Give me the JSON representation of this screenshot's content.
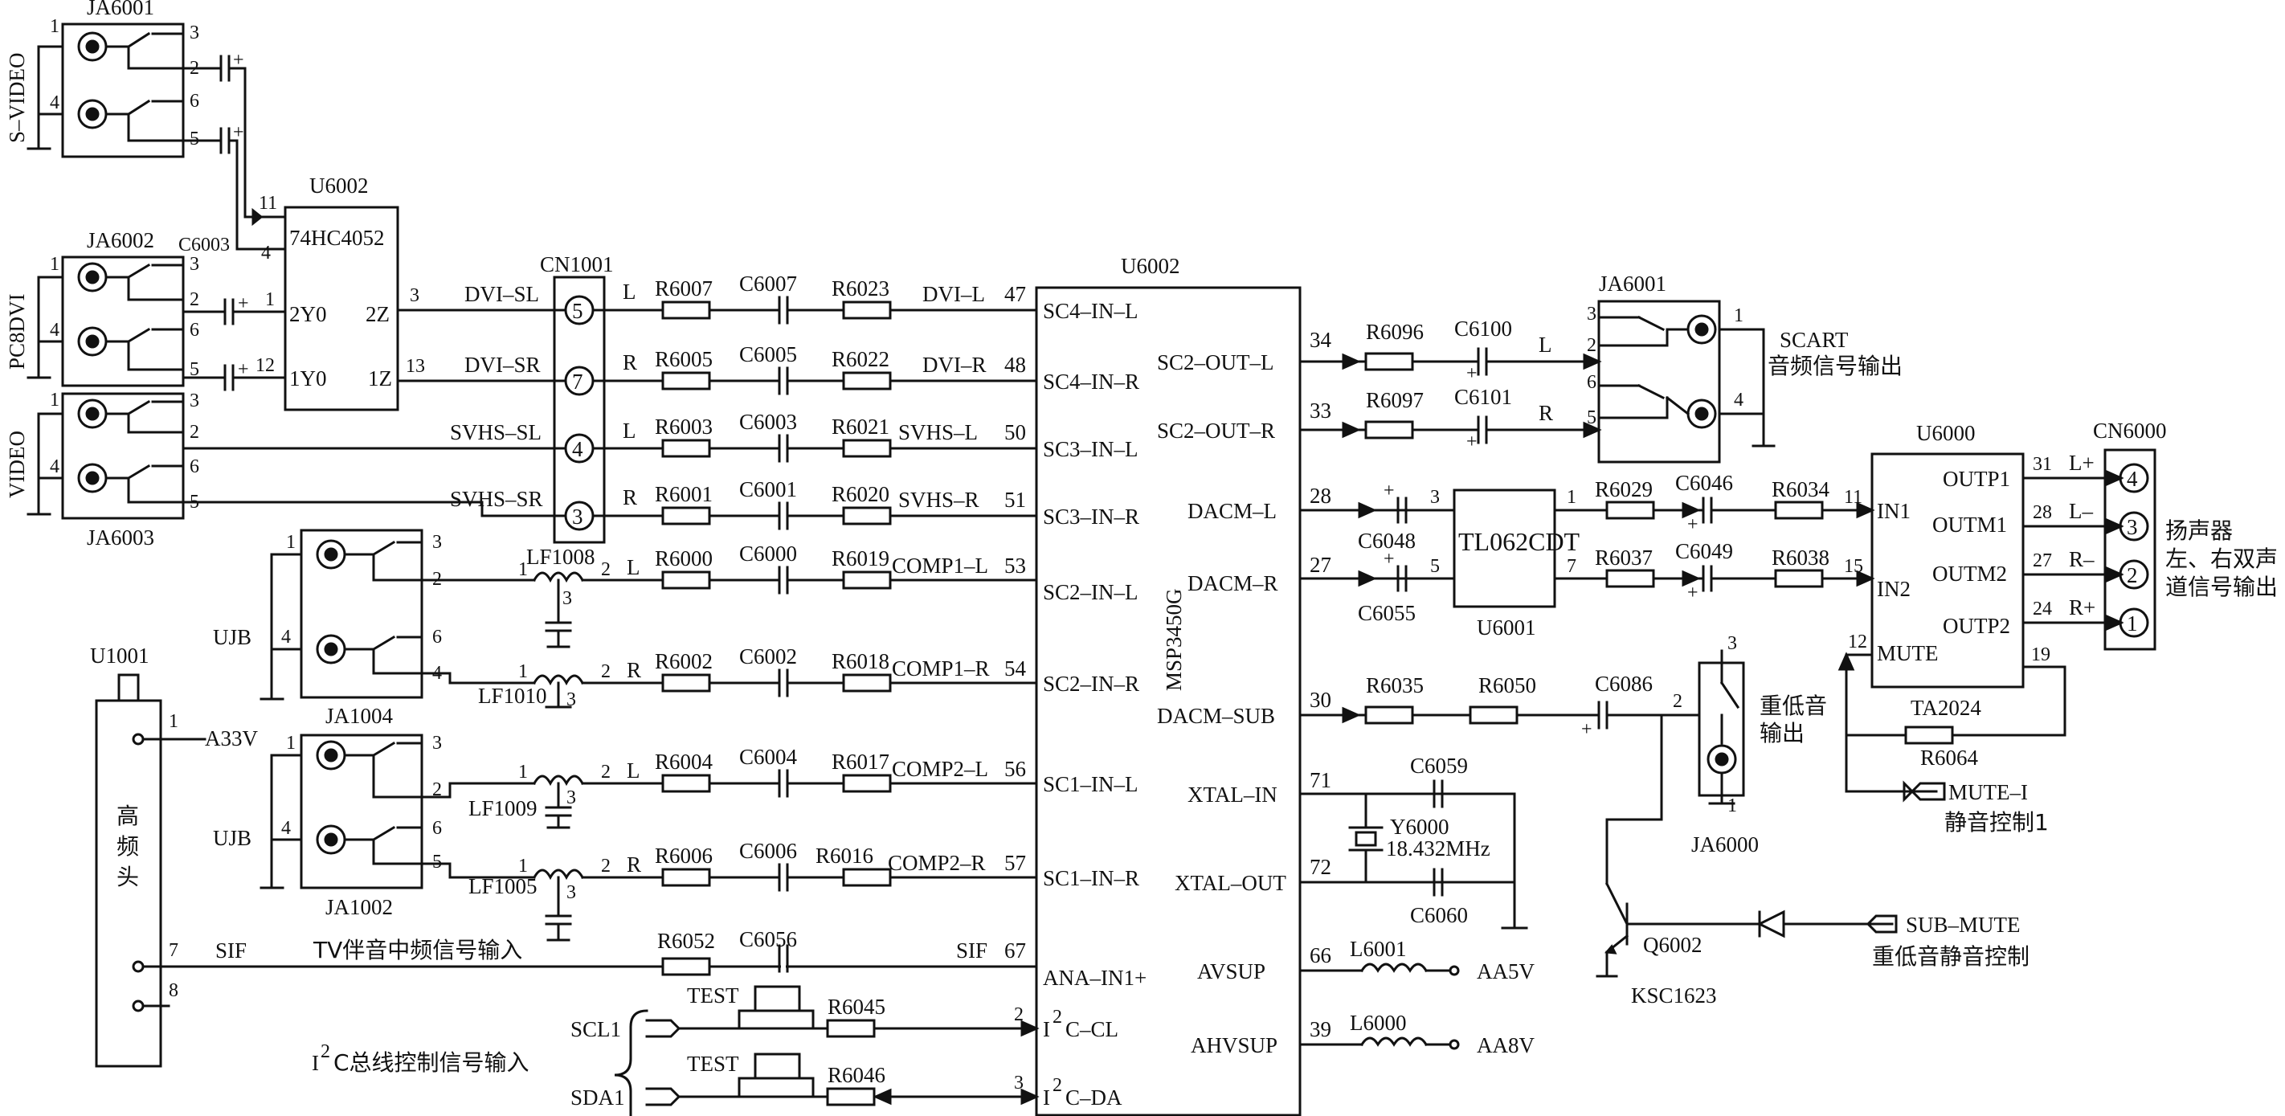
{
  "jacks": {
    "ja6001_in": "JA6001",
    "svideo": "S–VIDEO",
    "ja6002": "JA6002",
    "pc8dvi": "PC8DVI",
    "ja6003": "JA6003",
    "video": "VIDEO",
    "ja1004": "JA1004",
    "ja1002": "JA1002",
    "ujb": "UJB",
    "ja6001_out": "JA6001",
    "scart": "SCART",
    "scart_cn": "音频信号输出",
    "ja6000": "JA6000",
    "sub_cn1": "重低音",
    "sub_cn2": "输出"
  },
  "chips": {
    "u6002_mux": "U6002",
    "hc4052": "74HC4052",
    "cn1001": "CN1001",
    "u6002_main": "U6002",
    "msp": "MSP3450G",
    "tl062": "TL062CDT",
    "u6001": "U6001",
    "u6000": "U6000",
    "ta2024": "TA2024",
    "cn6000": "CN6000",
    "u1001": "U1001",
    "tuner": [
      "高",
      "频",
      "头"
    ],
    "q6002": "Q6002",
    "ksc1623": "KSC1623"
  },
  "mux_pins": {
    "y2": "2Y0",
    "y1": "1Y0",
    "z2": "2Z",
    "z1": "1Z"
  },
  "nets": {
    "dvi_sl": "DVI–SL",
    "dvi_sr": "DVI–SR",
    "svhs_sl": "SVHS–SL",
    "svhs_sr": "SVHS–SR",
    "dvi_l": "DVI–L",
    "dvi_r": "DVI–R",
    "svhs_l": "SVHS–L",
    "svhs_r": "SVHS–R",
    "comp1_l": "COMP1–L",
    "comp1_r": "COMP1–R",
    "comp2_l": "COMP2–L",
    "comp2_r": "COMP2–R",
    "sif": "SIF",
    "a33v": "A33V",
    "tv_cn": "TV伴音中频信号输入",
    "scl1": "SCL1",
    "sda1": "SDA1",
    "i2c_cn": "C总线控制信号输入",
    "i_letter": "I",
    "test": "TEST",
    "aa5v": "AA5V",
    "aa8v": "AA8V",
    "mute_i": "MUTE–I",
    "mute_cn": "静音控制1",
    "sub_mute": "SUB–MUTE",
    "sub_mute_cn": "重低音静音控制",
    "xtal": "Y6000",
    "freq": "18.432MHz"
  },
  "msp_left": [
    "SC4–IN–L",
    "SC4–IN–R",
    "SC3–IN–L",
    "SC3–IN–R",
    "SC2–IN–L",
    "SC2–IN–R",
    "SC1–IN–L",
    "SC1–IN–R",
    "ANA–IN1+"
  ],
  "msp_i2c": {
    "cl": "C–CL",
    "da": "C–DA",
    "i": "I",
    "sup": "2"
  },
  "msp_right": {
    "sc2_out_l": "SC2–OUT–L",
    "sc2_out_r": "SC2–OUT–R",
    "dacm_l": "DACM–L",
    "dacm_r": "DACM–R",
    "dacm_sub": "DACM–SUB",
    "xtal_in": "XTAL–IN",
    "xtal_out": "XTAL–OUT",
    "avsup": "AVSUP",
    "ahvsup": "AHVSUP"
  },
  "amp_pins": {
    "in1": "IN1",
    "in2": "IN2",
    "mute": "MUTE",
    "outp1": "OUTP1",
    "outm1": "OUTM1",
    "outm2": "OUTM2",
    "outp2": "OUTP2",
    "lp": "L+",
    "lm": "L–",
    "rm": "R–",
    "rp": "R+"
  },
  "speaker_cn": [
    "扬声器",
    "左、右双声",
    "道信号输出"
  ],
  "parts": {
    "r6007": "R6007",
    "r6005": "R6005",
    "r6003": "R6003",
    "r6001": "R6001",
    "r6000": "R6000",
    "r6002": "R6002",
    "r6004": "R6004",
    "r6006": "R6006",
    "c6007": "C6007",
    "c6005": "C6005",
    "c6003": "C6003",
    "c6001": "C6001",
    "c6000": "C6000",
    "c6002": "C6002",
    "c6004": "C6004",
    "c6006": "C6006",
    "r6023": "R6023",
    "r6022": "R6022",
    "r6021": "R6021",
    "r6020": "R6020",
    "r6019": "R6019",
    "r6018": "R6018",
    "r6017": "R6017",
    "r6016": "R6016",
    "lf1008": "LF1008",
    "lf1010": "LF1010",
    "lf1009": "LF1009",
    "lf1005": "LF1005",
    "r6052": "R6052",
    "c6056": "C6056",
    "r6045": "R6045",
    "r6046": "R6046",
    "c6003_in": "C6003",
    "r6096": "R6096",
    "c6100": "C6100",
    "r6097": "R6097",
    "c6101": "C6101",
    "c6048": "C6048",
    "c6055": "C6055",
    "r6029": "R6029",
    "c6046": "C6046",
    "r6034": "R6034",
    "r6037": "R6037",
    "c6049": "C6049",
    "r6038": "R6038",
    "r6035": "R6035",
    "r6050": "R6050",
    "c6086": "C6086",
    "c6059": "C6059",
    "c6060": "C6060",
    "l6001": "L6001",
    "l6000": "L6000",
    "r6064": "R6064"
  },
  "pin_numbers": {
    "n1": "1",
    "n2": "2",
    "n3": "3",
    "n4": "4",
    "n5": "5",
    "n6": "6",
    "n7": "7",
    "n8": "8",
    "n11": "11",
    "n12": "12",
    "n13": "13",
    "n15": "15",
    "n19": "19",
    "n24": "24",
    "n27": "27",
    "n28": "28",
    "n30": "30",
    "n31": "31",
    "n33": "33",
    "n34": "34",
    "n39": "39",
    "n47": "47",
    "n48": "48",
    "n50": "50",
    "n51": "51",
    "n53": "53",
    "n54": "54",
    "n56": "56",
    "n57": "57",
    "n66": "66",
    "n67": "67",
    "n71": "71",
    "n72": "72",
    "lL": "L",
    "lR": "R",
    "plus": "+"
  },
  "terminals": {
    "t5": "5",
    "t7": "7",
    "t4": "4",
    "t3": "3",
    "s4": "4",
    "s3": "3",
    "s2": "2",
    "s1": "1"
  }
}
